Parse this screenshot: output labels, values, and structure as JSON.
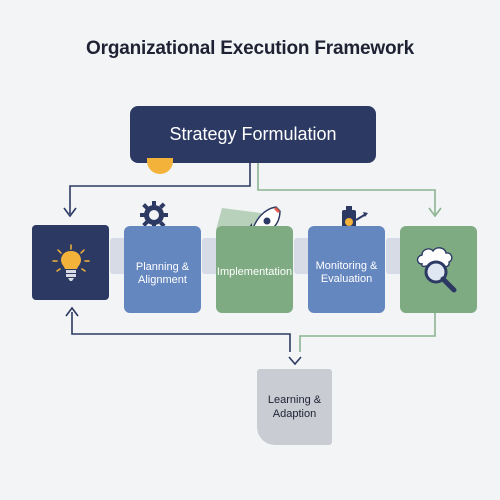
{
  "title": "Organizational Execution Framework",
  "strategy": {
    "label": "Strategy Formulation"
  },
  "stages": [
    {
      "label": "",
      "icon": "lightbulb-icon"
    },
    {
      "label": "Planning & Alignment",
      "icon": "gears-icon"
    },
    {
      "label": "Implementation",
      "icon": "rocket-icon"
    },
    {
      "label": "Monitoring & Evaluation",
      "icon": "target-icon"
    },
    {
      "label": "",
      "icon": "magnifier-cloud-icon"
    }
  ],
  "learning": {
    "label": "Learning & Adaption"
  },
  "colors": {
    "navy": "#2c3a63",
    "blue": "#6587bf",
    "green": "#7fab83",
    "gray": "#c9ccd3",
    "yellow": "#f3b23a",
    "connector_navy": "#2c3a63",
    "connector_green": "#7fab83"
  }
}
